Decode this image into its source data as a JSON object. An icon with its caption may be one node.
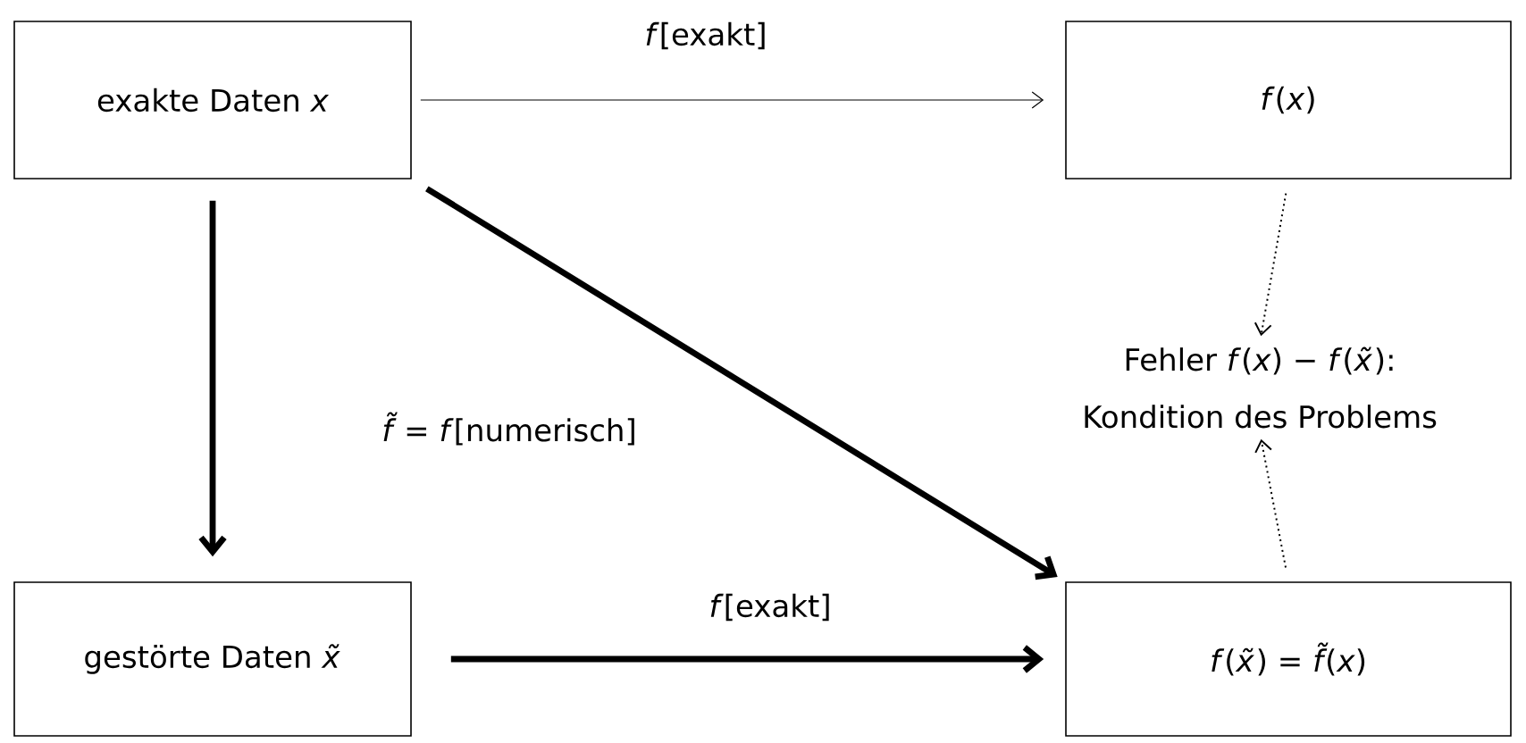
{
  "diagram": {
    "nodes": [
      {
        "text": [
          "exakte Daten *x*"
        ]
      },
      {
        "text": [
          "*f*(*x*)"
        ]
      },
      {
        "text": [
          "gestörte Daten *x̃*"
        ]
      },
      {
        "text": [
          "*f*(*x̃*) = *f̃*(*x*)"
        ]
      },
      {
        "text": [
          "Fehler *f*(*x*) − *f*(*x̃*):",
          "Kondition des Problems"
        ]
      }
    ],
    "edges": [
      {
        "from": 0,
        "to": 1,
        "arrow": "to",
        "label": "*f*[exakt]"
      },
      {
        "from": 0,
        "to": 2,
        "arrow": "to",
        "style": "thick"
      },
      {
        "from": 0,
        "to": 3,
        "arrow": "to",
        "style": "thick",
        "label": "*f̃* = *f*[numerisch]"
      },
      {
        "from": 2,
        "to": 3,
        "arrow": "to",
        "style": "thick",
        "label": "*f*[exakt]"
      },
      {
        "from": 1,
        "to": 4,
        "arrow": "to",
        "style": "dashed"
      },
      {
        "from": 3,
        "to": 4,
        "arrow": "to",
        "style": "dashed"
      }
    ]
  }
}
